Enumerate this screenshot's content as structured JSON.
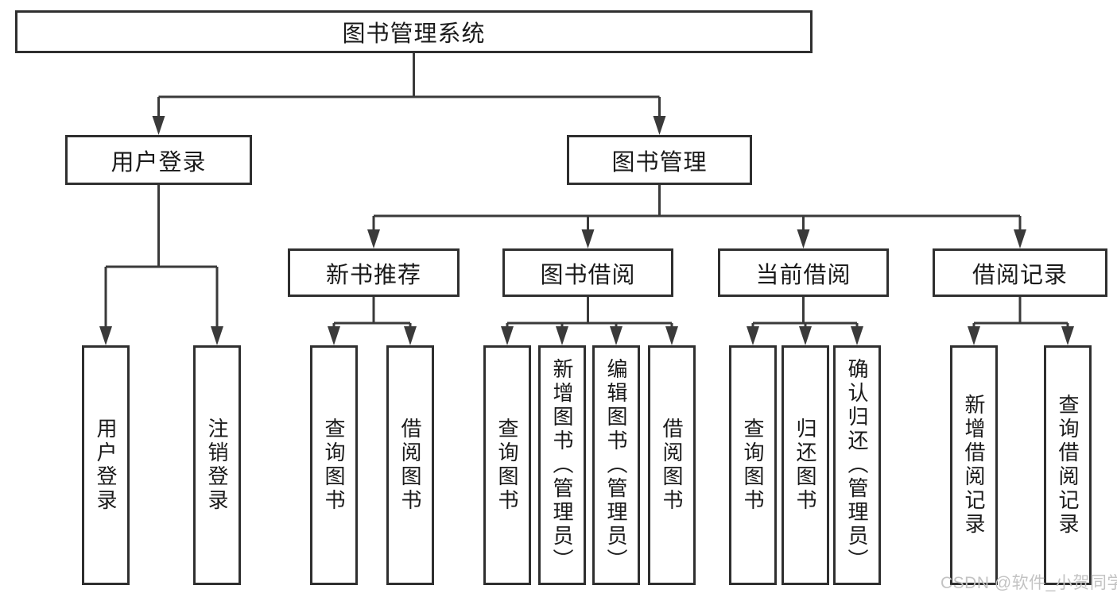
{
  "watermark": "CSDN @软件_小贺同学",
  "colors": {
    "line": "#3a3a3a",
    "box_border": "#2f2f2f",
    "text": "#1a1a1a",
    "background": "#ffffff",
    "watermark": "#c3c3c3"
  },
  "tree": {
    "label": "图书管理系统",
    "children": [
      {
        "label": "用户登录",
        "children": [
          {
            "label": "用户登录"
          },
          {
            "label": "注销登录"
          }
        ]
      },
      {
        "label": "图书管理",
        "children": [
          {
            "label": "新书推荐",
            "children": [
              {
                "label": "查询图书"
              },
              {
                "label": "借阅图书"
              }
            ]
          },
          {
            "label": "图书借阅",
            "children": [
              {
                "label": "查询图书"
              },
              {
                "label": "新增图书（管理员）"
              },
              {
                "label": "编辑图书（管理员）"
              },
              {
                "label": "借阅图书"
              }
            ]
          },
          {
            "label": "当前借阅",
            "children": [
              {
                "label": "查询图书"
              },
              {
                "label": "归还图书"
              },
              {
                "label": "确认归还（管理员）"
              }
            ]
          },
          {
            "label": "借阅记录",
            "children": [
              {
                "label": "新增借阅记录"
              },
              {
                "label": "查询借阅记录"
              }
            ]
          }
        ]
      }
    ]
  }
}
